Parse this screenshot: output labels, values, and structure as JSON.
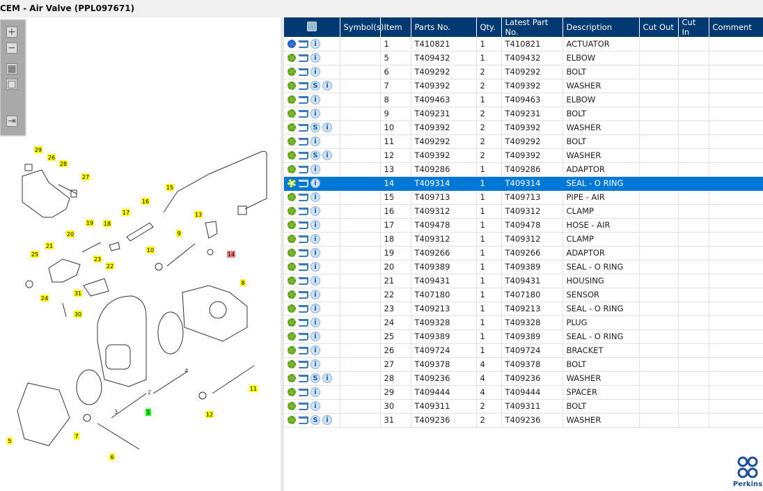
{
  "title": "CEM - Air Valve (PPL097671)",
  "toolbar": {
    "zoom_in": "+",
    "zoom_out": "−",
    "fit": "▦",
    "window": "□",
    "export": "⇥"
  },
  "columns": [
    "",
    "Symbol(s)",
    "Item",
    "Parts No.",
    "Qty.",
    "Latest Part No.",
    "Description",
    "Cut Out",
    "Cut In",
    "Comment"
  ],
  "selected_item": "14",
  "rows": [
    {
      "item": "1",
      "part": "T410821",
      "qty": "1",
      "latest": "T410821",
      "desc": "ACTUATOR",
      "s": false,
      "assembly": true
    },
    {
      "item": "5",
      "part": "T409432",
      "qty": "1",
      "latest": "T409432",
      "desc": "ELBOW",
      "s": false
    },
    {
      "item": "6",
      "part": "T409292",
      "qty": "2",
      "latest": "T409292",
      "desc": "BOLT",
      "s": false
    },
    {
      "item": "7",
      "part": "T409392",
      "qty": "2",
      "latest": "T409392",
      "desc": "WASHER",
      "s": true
    },
    {
      "item": "8",
      "part": "T409463",
      "qty": "1",
      "latest": "T409463",
      "desc": "ELBOW",
      "s": false
    },
    {
      "item": "9",
      "part": "T409231",
      "qty": "2",
      "latest": "T409231",
      "desc": "BOLT",
      "s": false
    },
    {
      "item": "10",
      "part": "T409392",
      "qty": "2",
      "latest": "T409392",
      "desc": "WASHER",
      "s": true
    },
    {
      "item": "11",
      "part": "T409292",
      "qty": "2",
      "latest": "T409292",
      "desc": "BOLT",
      "s": false
    },
    {
      "item": "12",
      "part": "T409392",
      "qty": "2",
      "latest": "T409392",
      "desc": "WASHER",
      "s": true
    },
    {
      "item": "13",
      "part": "T409286",
      "qty": "1",
      "latest": "T409286",
      "desc": "ADAPTOR",
      "s": false
    },
    {
      "item": "14",
      "part": "T409314",
      "qty": "1",
      "latest": "T409314",
      "desc": "SEAL - O RING",
      "s": false
    },
    {
      "item": "15",
      "part": "T409713",
      "qty": "1",
      "latest": "T409713",
      "desc": "PIPE - AIR",
      "s": false
    },
    {
      "item": "16",
      "part": "T409312",
      "qty": "1",
      "latest": "T409312",
      "desc": "CLAMP",
      "s": false
    },
    {
      "item": "17",
      "part": "T409478",
      "qty": "1",
      "latest": "T409478",
      "desc": "HOSE - AIR",
      "s": false
    },
    {
      "item": "18",
      "part": "T409312",
      "qty": "1",
      "latest": "T409312",
      "desc": "CLAMP",
      "s": false
    },
    {
      "item": "19",
      "part": "T409266",
      "qty": "1",
      "latest": "T409266",
      "desc": "ADAPTOR",
      "s": false
    },
    {
      "item": "20",
      "part": "T409389",
      "qty": "1",
      "latest": "T409389",
      "desc": "SEAL - O RING",
      "s": false
    },
    {
      "item": "21",
      "part": "T409431",
      "qty": "1",
      "latest": "T409431",
      "desc": "HOUSING",
      "s": false
    },
    {
      "item": "22",
      "part": "T407180",
      "qty": "1",
      "latest": "T407180",
      "desc": "SENSOR",
      "s": false
    },
    {
      "item": "23",
      "part": "T409213",
      "qty": "1",
      "latest": "T409213",
      "desc": "SEAL - O RING",
      "s": false
    },
    {
      "item": "24",
      "part": "T409328",
      "qty": "1",
      "latest": "T409328",
      "desc": "PLUG",
      "s": false
    },
    {
      "item": "25",
      "part": "T409389",
      "qty": "1",
      "latest": "T409389",
      "desc": "SEAL - O RING",
      "s": false
    },
    {
      "item": "26",
      "part": "T409724",
      "qty": "1",
      "latest": "T409724",
      "desc": "BRACKET",
      "s": false
    },
    {
      "item": "27",
      "part": "T409378",
      "qty": "4",
      "latest": "T409378",
      "desc": "BOLT",
      "s": false
    },
    {
      "item": "28",
      "part": "T409236",
      "qty": "4",
      "latest": "T409236",
      "desc": "WASHER",
      "s": true
    },
    {
      "item": "29",
      "part": "T409444",
      "qty": "4",
      "latest": "T409444",
      "desc": "SPACER",
      "s": false
    },
    {
      "item": "30",
      "part": "T409311",
      "qty": "2",
      "latest": "T409311",
      "desc": "BOLT",
      "s": false
    },
    {
      "item": "31",
      "part": "T409236",
      "qty": "2",
      "latest": "T409236",
      "desc": "WASHER",
      "s": true
    }
  ],
  "callouts": [
    "29",
    "26",
    "28",
    "27",
    "15",
    "16",
    "17",
    "13",
    "19",
    "18",
    "20",
    "9",
    "21",
    "10",
    "14",
    "25",
    "23",
    "22",
    "8",
    "24",
    "31",
    "30",
    "11",
    "1",
    "12",
    "5",
    "7",
    "6"
  ],
  "sub_labels": [
    "2",
    "3",
    "4"
  ],
  "logo": "Perkins",
  "colors": {
    "header": "#003a70",
    "selected": "#0078d7",
    "callout": "#ffff00",
    "callout_selected": "#f08080",
    "callout_assembly": "#00ff00"
  }
}
